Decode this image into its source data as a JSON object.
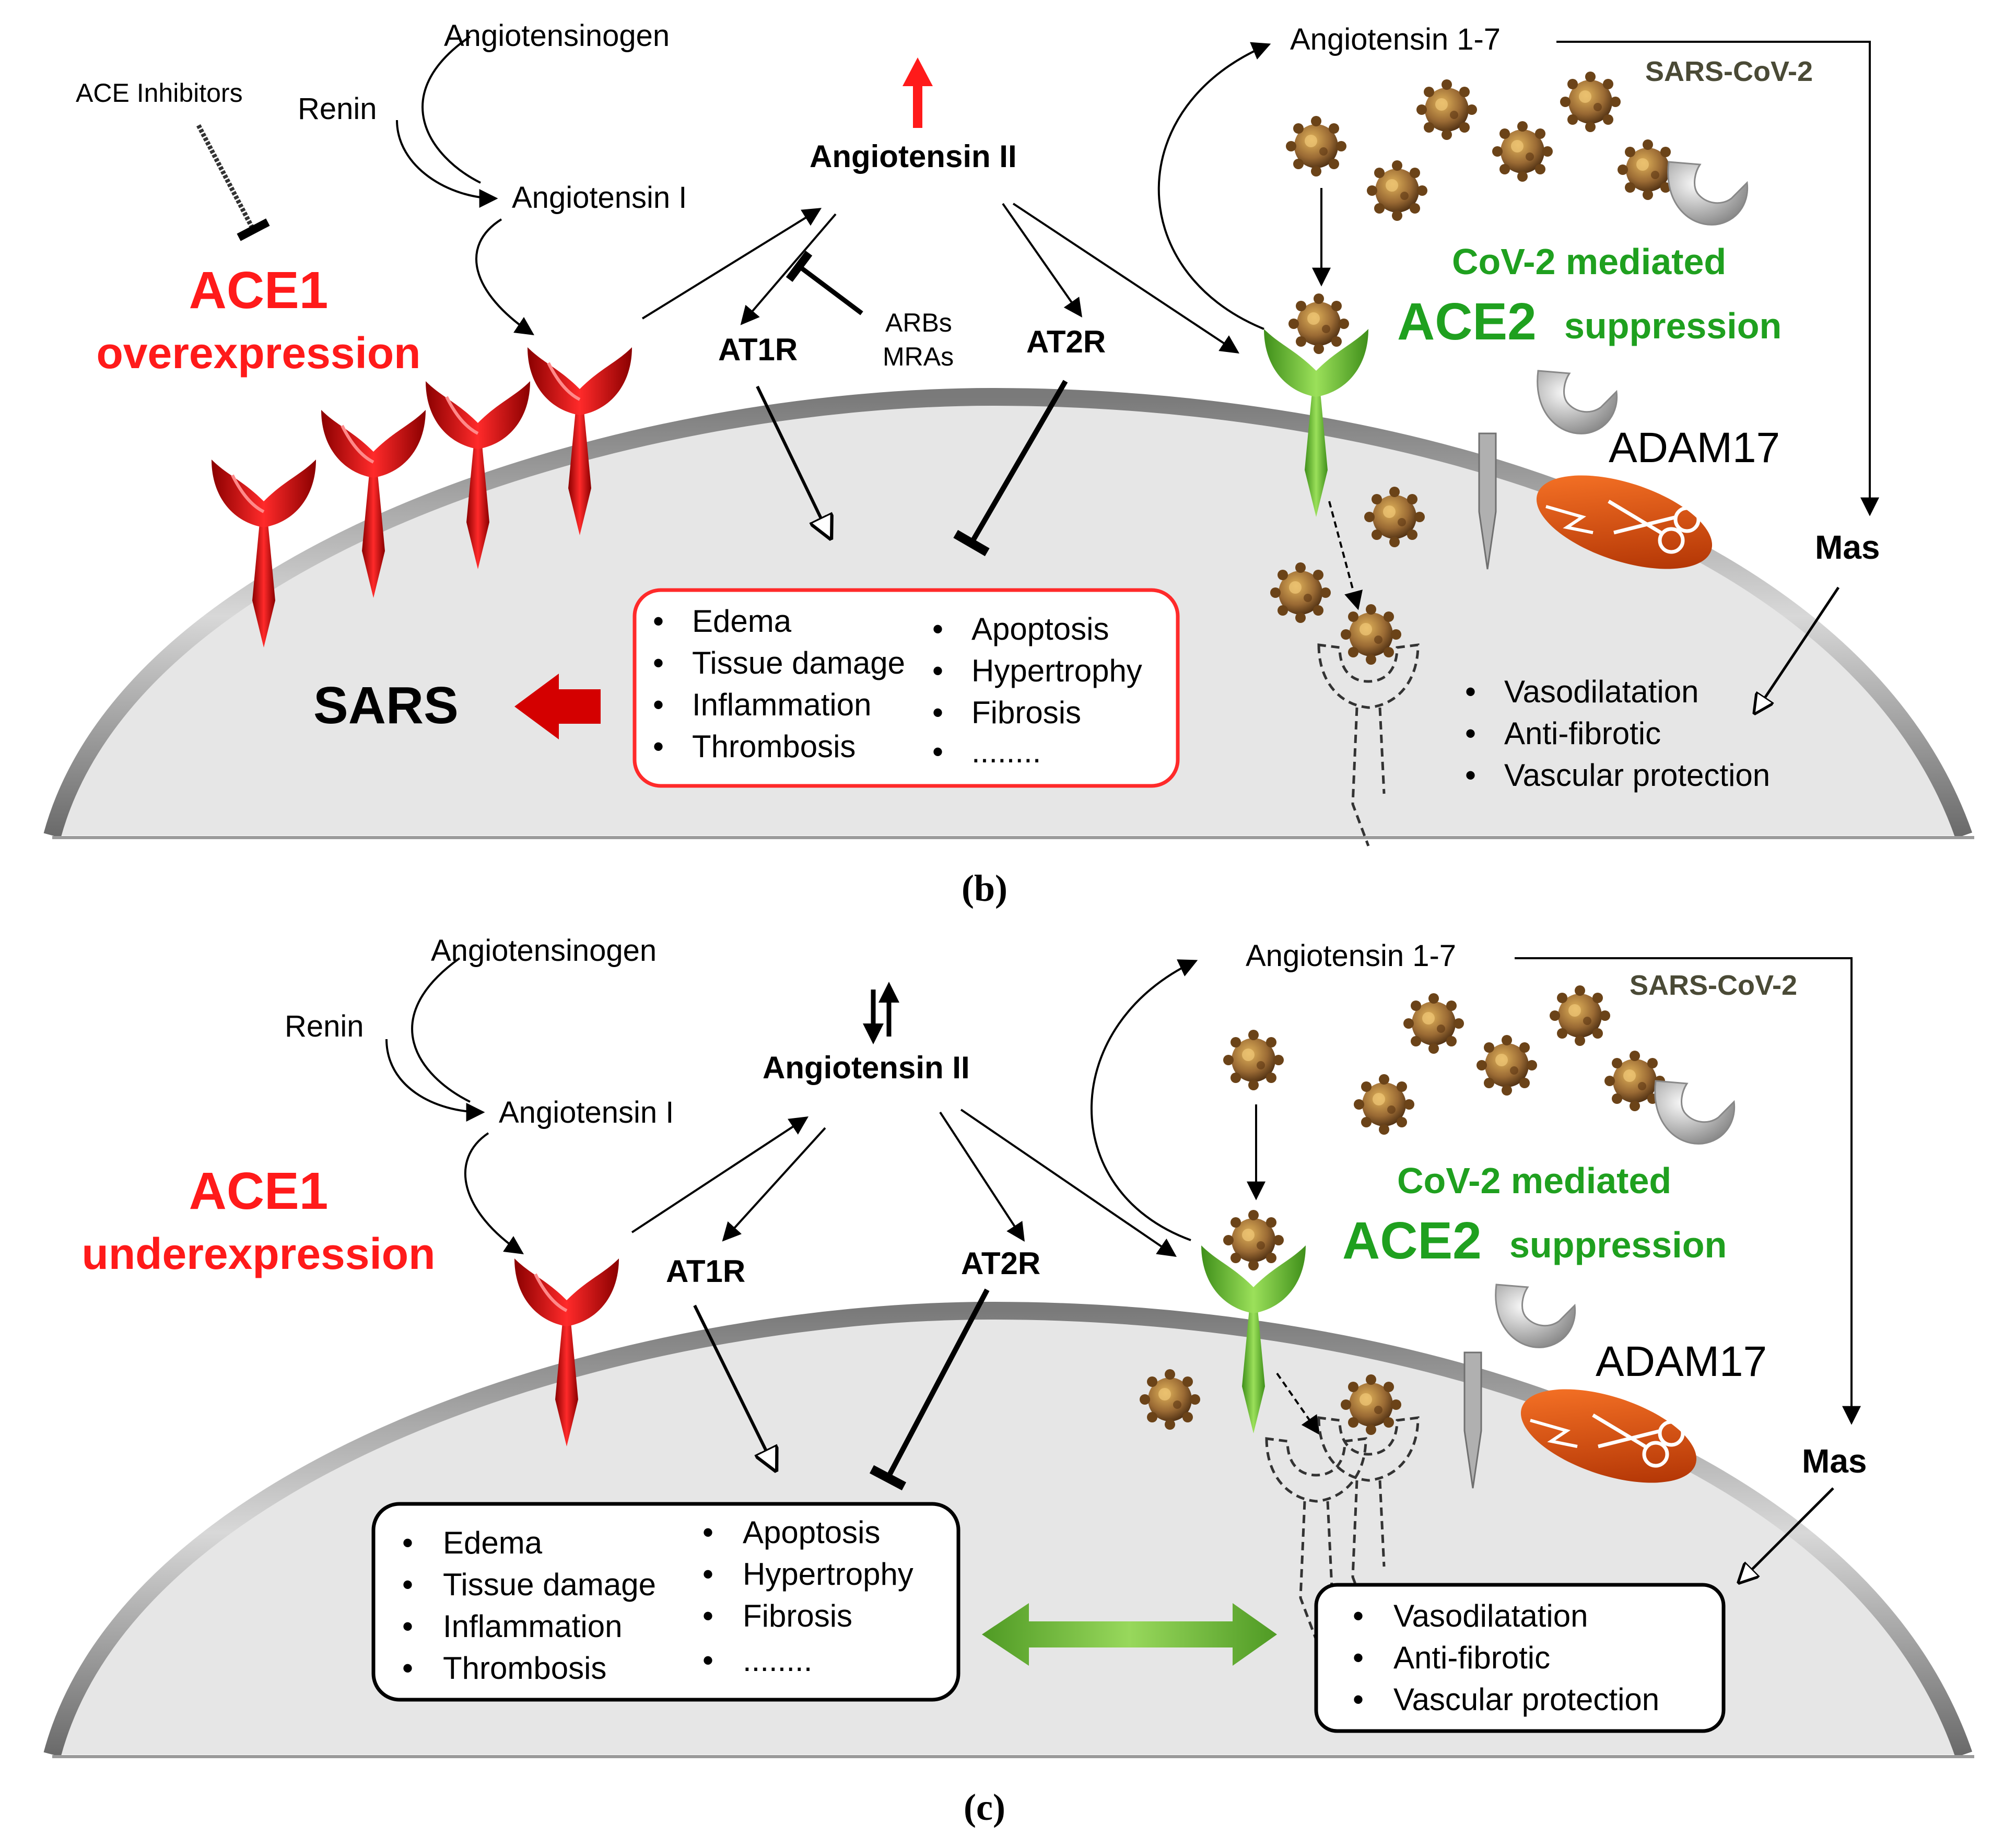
{
  "panel_b": {
    "caption": "(b)",
    "angiotensinogen": "Angiotensinogen",
    "renin": "Renin",
    "angiotensin_i": "Angiotensin  I",
    "angiotensin_ii": "Angiotensin  II",
    "ace_inhibitors": "ACE Inhibitors",
    "ace1_title": "ACE1",
    "ace1_state": "overexpression",
    "at1r": "AT1R",
    "at2r": "AT2R",
    "arbs": "ARBs",
    "mras": "MRAs",
    "angiotensin_1_7": "Angiotensin  1-7",
    "virus_label": "SARS-CoV-2",
    "cov2_mediated": "CoV-2 mediated",
    "ace2": "ACE2",
    "suppression": "suppression",
    "adam17": "ADAM17",
    "mas": "Mas",
    "outcome": "SARS",
    "harmful_effects_left": [
      "Edema",
      "Tissue damage",
      "Inflammation",
      "Thrombosis"
    ],
    "harmful_effects_right": [
      "Apoptosis",
      "Hypertrophy",
      "Fibrosis",
      "........"
    ],
    "protective_effects": [
      "Vasodilatation",
      "Anti-fibrotic",
      "Vascular protection"
    ]
  },
  "panel_c": {
    "caption": "(c)",
    "angiotensinogen": "Angiotensinogen",
    "renin": "Renin",
    "angiotensin_i": "Angiotensin  I",
    "angiotensin_ii": "Angiotensin  II",
    "ace1_title": "ACE1",
    "ace1_state": "underexpression",
    "at1r": "AT1R",
    "at2r": "AT2R",
    "angiotensin_1_7": "Angiotensin  1-7",
    "virus_label": "SARS-CoV-2",
    "cov2_mediated": "CoV-2 mediated",
    "ace2": "ACE2",
    "suppression": "suppression",
    "adam17": "ADAM17",
    "mas": "Mas",
    "harmful_effects_left": [
      "Edema",
      "Tissue damage",
      "Inflammation",
      "Thrombosis"
    ],
    "harmful_effects_right": [
      "Apoptosis",
      "Hypertrophy",
      "Fibrosis",
      "........"
    ],
    "protective_effects": [
      "Vasodilatation",
      "Anti-fibrotic",
      "Vascular protection"
    ]
  },
  "colors": {
    "ace1_receptor": "#d90000",
    "ace2_receptor": "#7ccf3a",
    "ace1_text": "#ff1a1a",
    "ace2_text": "#1fa01f",
    "membrane": "#8f8f8f",
    "cell_fill": "#e6e6e6",
    "virus": "#9a6a34",
    "adam17": "#c83c06",
    "balance_arrow": "#6fb43a"
  },
  "icons": {
    "virus": "sars-cov-2-particle-icon",
    "ace1": "ace1-receptor-icon",
    "ace2": "ace2-receptor-icon",
    "adam17": "adam17-scissors-icon",
    "up_arrow": "up-arrow-icon",
    "up_down_arrows": "up-down-arrows-icon"
  }
}
